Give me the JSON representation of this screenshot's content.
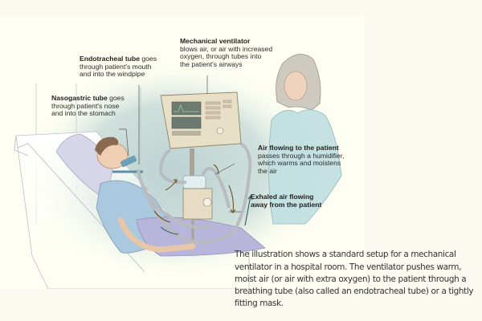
{
  "illustration": {
    "subject": "mechanical-ventilator-hospital-setup",
    "labels": {
      "mechanical_ventilator": {
        "title": "Mechanical ventilator",
        "lines": [
          "blows air, or air with increased",
          "oxygen, through tubes into",
          "the patient's airways"
        ]
      },
      "endotracheal_tube": {
        "title": "Endotracheal tube",
        "title_suffix": " goes",
        "lines": [
          "through patient's mouth",
          "and into the windpipe"
        ]
      },
      "nasogastric_tube": {
        "title": "Nasogastric tube",
        "title_suffix": " goes",
        "lines": [
          "through patient's nose",
          "and into the stomach"
        ]
      },
      "air_to_patient": {
        "title": "Air flowing to the patient",
        "lines": [
          "passes through a humidifier,",
          "which warms and moistens",
          "the air"
        ]
      },
      "exhaled_air": {
        "title_lines": [
          "Exhaled air flowing",
          "away from the patient"
        ]
      }
    }
  },
  "caption": {
    "text": "The illustration shows a standard setup for a mechanical ventilator in a hospital room. The ventilator pushes warm, moist air (or air with extra oxygen) to the patient through a breathing tube (also called an endotracheal tube) or a tightly fitting mask."
  },
  "colors": {
    "page_bg": "#f9f9ef",
    "panel_bg": "#fefff2",
    "room_tint": "#c9dcd9",
    "ventilator": "#e6dcc4",
    "gown": "#a9c8dc",
    "blanket": "#b6b3d8",
    "arrow": "#6b5320"
  }
}
